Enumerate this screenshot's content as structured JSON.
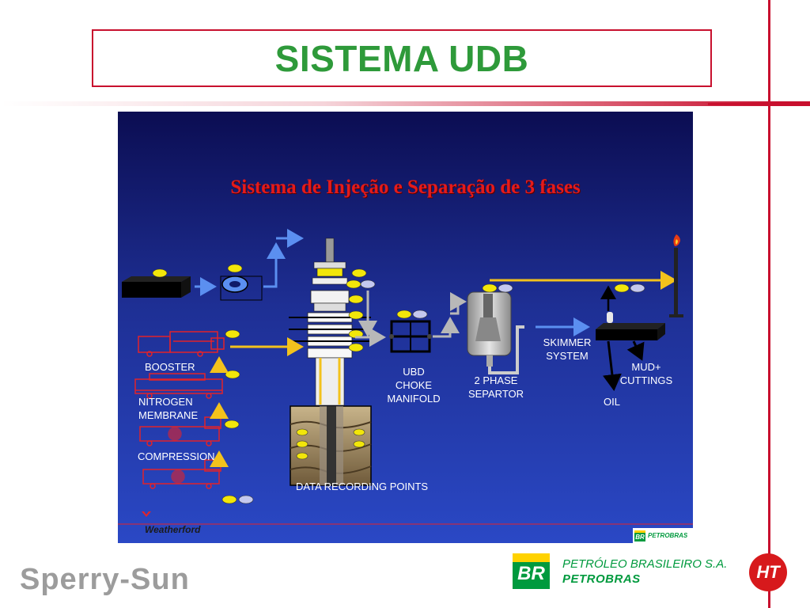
{
  "slide": {
    "title": "SISTEMA UDB"
  },
  "diagram": {
    "title": "Sistema de Injeção e Separação de 3 fases",
    "labels": {
      "booster": "BOOSTER",
      "nitrogen_membrane": "NITROGEN\nMEMBRANE",
      "compression": "COMPRESSION",
      "data_recording": "DATA RECORDING POINTS",
      "ubd_choke_manifold": "UBD\nCHOKE\nMANIFOLD",
      "separator": "2 PHASE\nSEPARTOR",
      "skimmer": "SKIMMER\nSYSTEM",
      "mud_cuttings": "MUD+\nCUTTINGS",
      "oil": "OIL"
    },
    "vendor_logo": "Weatherford",
    "corner_logo": {
      "mark": "BR",
      "name": "PETROBRAS"
    },
    "colors": {
      "flow_arrow": "#5b8ff0",
      "injection_arrow": "#f3c21c",
      "return_arrow": "#b8b8b8",
      "indicator_yellow": "#f2e60a",
      "indicator_lavender": "#c4c8ef"
    }
  },
  "footer": {
    "sperry": "Sperry-Sun",
    "br_mark": "BR",
    "company_line1": "PETRÓLEO BRASILEIRO S.A.",
    "company_line2": "PETROBRAS",
    "ht_mark": "HT"
  }
}
